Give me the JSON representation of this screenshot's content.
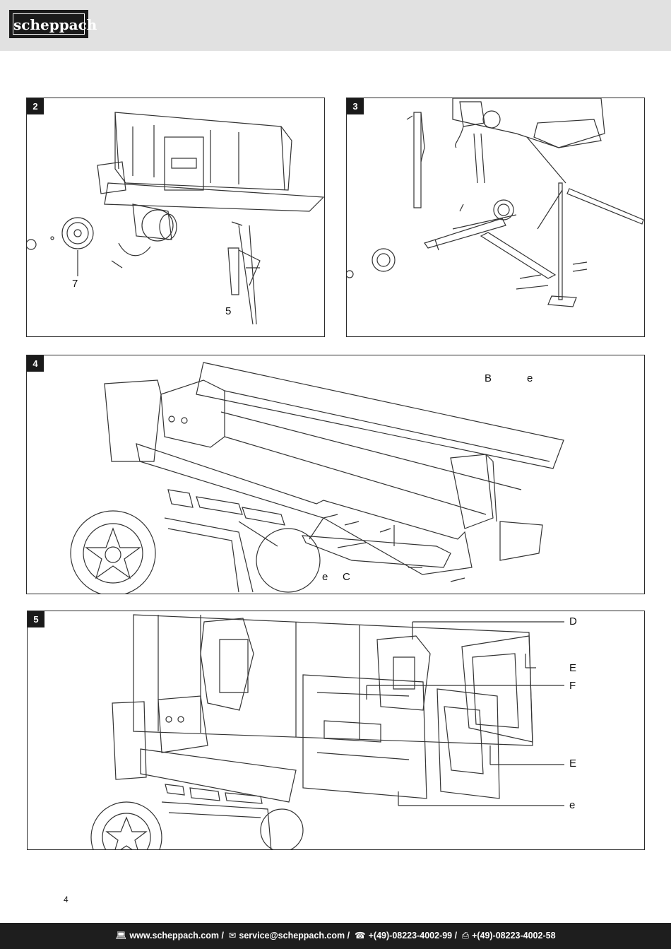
{
  "header": {
    "logo_text": "scheppach"
  },
  "figures": [
    {
      "number": "2",
      "labels": [
        "7",
        "5"
      ]
    },
    {
      "number": "3",
      "labels": []
    },
    {
      "number": "4",
      "labels": [
        "B",
        "e",
        "e",
        "C"
      ]
    },
    {
      "number": "5",
      "labels": [
        "D",
        "E",
        "F",
        "E",
        "e"
      ]
    }
  ],
  "page_number": "4",
  "footer": {
    "web_icon": "computer-icon",
    "web": "www.scheppach.com /",
    "mail_icon": "mail-icon",
    "mail": "service@scheppach.com /",
    "phone_icon": "phone-icon",
    "phone": "+(49)-08223-4002-99 /",
    "fax_icon": "fax-icon",
    "fax": "+(49)-08223-4002-58"
  }
}
